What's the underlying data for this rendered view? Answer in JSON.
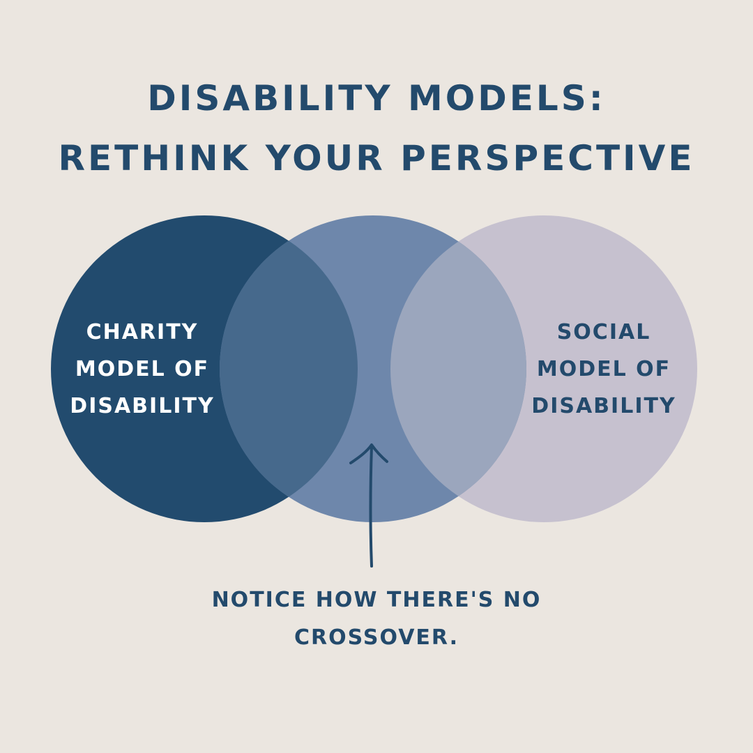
{
  "colors": {
    "background": "#ebe6e0",
    "text_dark": "#234a6c",
    "text_light": "#ffffff",
    "circle_left": "#224b6e",
    "circle_middle": "#6e87ab",
    "circle_right": "#c6c1cf",
    "overlap_left_middle": "#46698c",
    "overlap_middle_right": "#9ba6bd"
  },
  "title": {
    "line1": "Disability Models:",
    "line2": "Rethink Your Perspective"
  },
  "left_circle": {
    "lines": [
      "Charity",
      "Model of",
      "Disability"
    ]
  },
  "right_circle": {
    "lines": [
      "Social",
      "Model of",
      "Disability"
    ]
  },
  "annotation": {
    "lines": [
      "Notice how there's no",
      "crossover."
    ],
    "icon": "arrow-up-icon"
  }
}
